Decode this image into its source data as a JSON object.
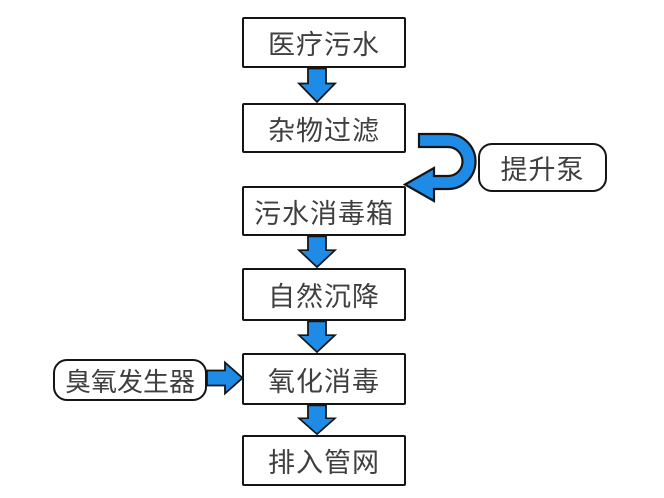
{
  "diagram": {
    "description": "医疗污水处理流程图",
    "nodes": [
      {
        "id": "medical-sewage",
        "label": "医疗污水",
        "shape": "rect"
      },
      {
        "id": "debris-filter",
        "label": "杂物过滤",
        "shape": "rect"
      },
      {
        "id": "lift-pump",
        "label": "提升泵",
        "shape": "rounded"
      },
      {
        "id": "sewage-disinfection-tank",
        "label": "污水消毒箱",
        "shape": "rect"
      },
      {
        "id": "natural-settling",
        "label": "自然沉降",
        "shape": "rect"
      },
      {
        "id": "ozone-generator",
        "label": "臭氧发生器",
        "shape": "rounded"
      },
      {
        "id": "oxidation-disinfection",
        "label": "氧化消毒",
        "shape": "rect"
      },
      {
        "id": "discharge-to-pipe-network",
        "label": "排入管网",
        "shape": "rect"
      }
    ],
    "edges": [
      {
        "from": "医疗污水",
        "to": "杂物过滤",
        "type": "down-arrow"
      },
      {
        "from": "杂物过滤",
        "to": "污水消毒箱",
        "type": "u-turn-arrow",
        "via": "提升泵"
      },
      {
        "from": "污水消毒箱",
        "to": "自然沉降",
        "type": "down-arrow"
      },
      {
        "from": "自然沉降",
        "to": "氧化消毒",
        "type": "down-arrow"
      },
      {
        "from": "臭氧发生器",
        "to": "氧化消毒",
        "type": "right-arrow"
      },
      {
        "from": "氧化消毒",
        "to": "排入管网",
        "type": "down-arrow"
      }
    ],
    "colors": {
      "arrow_fill": "#1E8CE6",
      "arrow_outline": "#151515",
      "box_border": "#151515",
      "box_fill": "#FFFFFF",
      "text": "#3F3F3F",
      "background": "#FFFFFF"
    }
  }
}
